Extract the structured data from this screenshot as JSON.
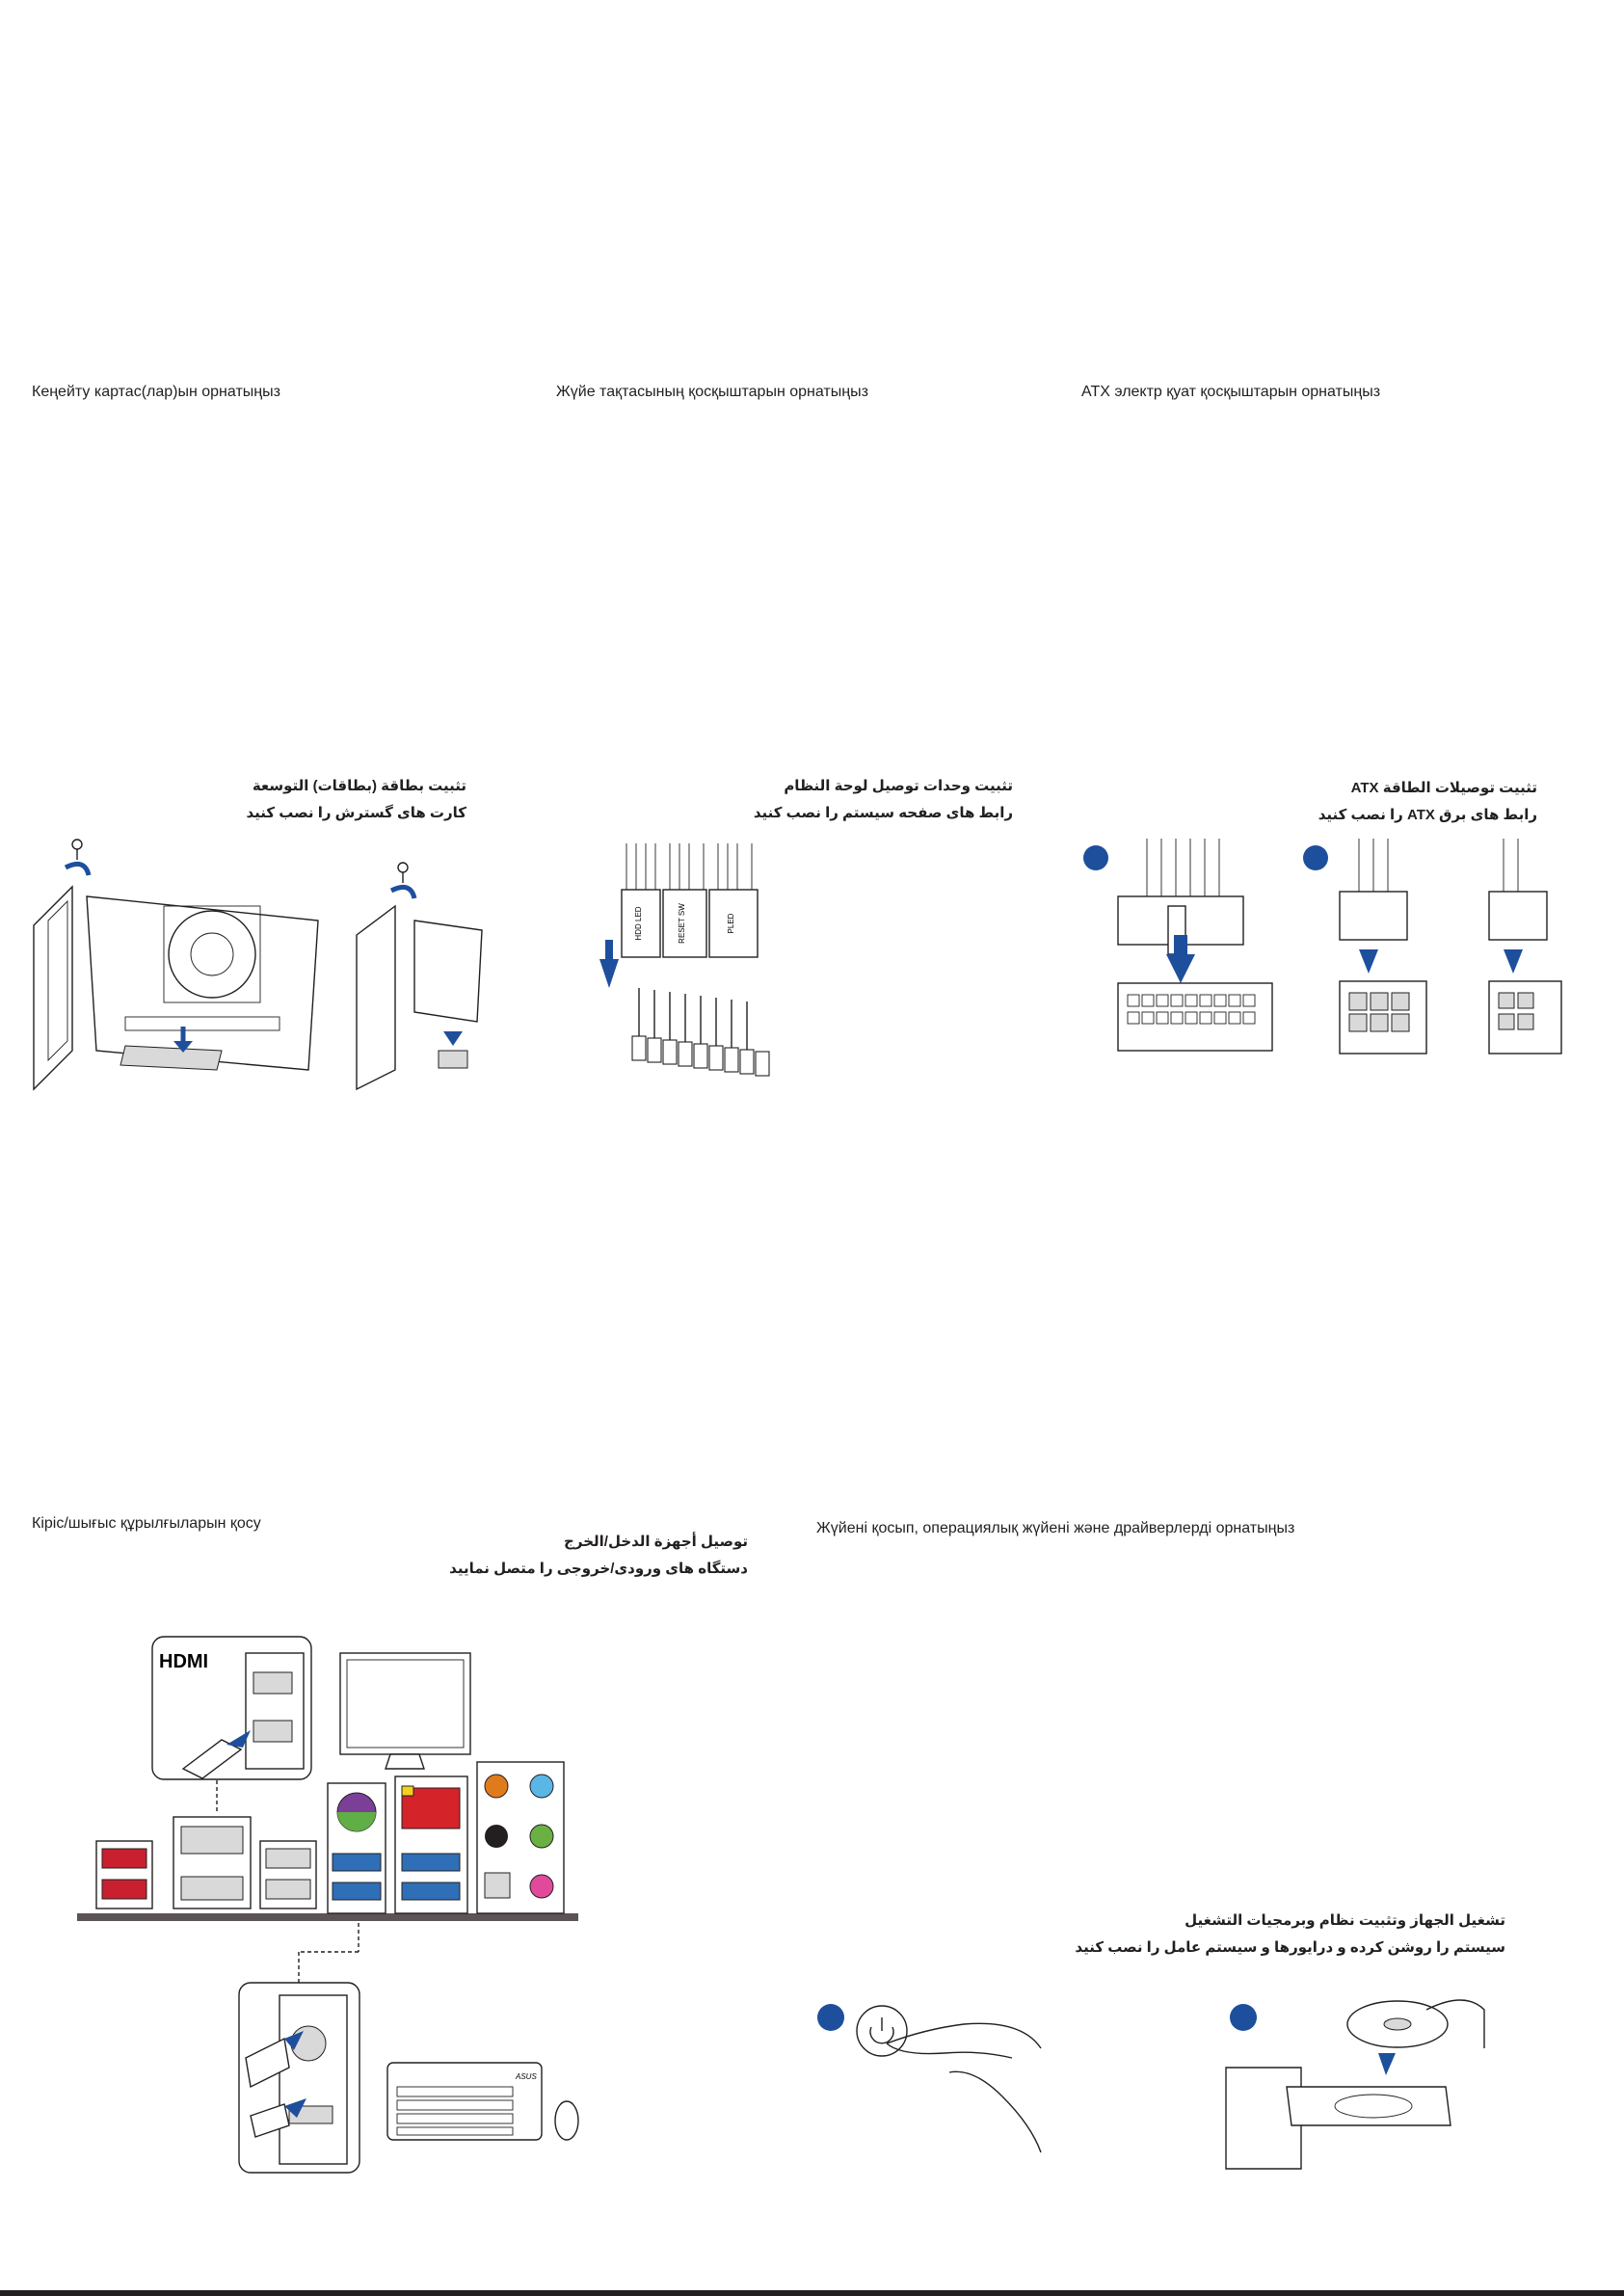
{
  "headings": {
    "expansion_kz": "Кеңейту картас(лар)ын орнатыңыз",
    "panel_kz": "Жүйе тақтасының қосқыштарын орнатыңыз",
    "atx_kz": "ATX электр қуат қосқыштарын орнатыңыз",
    "io_kz": "Кіріс/шығыс құрылғыларын қосу",
    "power_on_kz": "Жүйені қосып, операциялық жүйені және драйверлерді орнатыңыз"
  },
  "arabic": {
    "expansion_ar": "تثبيت بطاقة (بطاقات) التوسعة",
    "expansion_fa": "کارت های گسترش را نصب کنید",
    "panel_ar": "تثبيت وحدات توصيل لوحة النظام",
    "panel_fa": "رابط های صفحه سیستم را نصب کنید",
    "atx_ar": "تثبيت توصيلات الطاقة ATX",
    "atx_fa": "رابط های برق ATX را نصب کنید",
    "io_ar": "توصيل أجهزة الدخل/الخرج",
    "io_fa": "دستگاه های ورودی/خروجی را متصل نمایید",
    "power_ar": "تشغيل الجهاز وتثبيت نظام وبرمجيات التشغيل",
    "power_fa": "سیستم را روشن کرده و درایورها و سیستم عامل را نصب کنید"
  },
  "figure_labels": {
    "hdd_led": "HDD LED",
    "reset_sw": "RESET SW",
    "pled": "PLED",
    "hdmi_logo": "HDMI",
    "brand": "ASUS"
  },
  "colors": {
    "accent_blue": "#1e4f9c",
    "usb_blue": "#2f6fb7",
    "usb_red": "#c8202f",
    "lan_red": "#d5232a",
    "audio_orange": "#e07b1d",
    "audio_blue": "#5ab6e5",
    "audio_green": "#6ab043",
    "audio_pink": "#e14a9b",
    "ps2_purple": "#7b3f98",
    "ps2_green": "#5fae46"
  },
  "icons": [
    "screw-icon",
    "rotate-arrow-icon",
    "down-arrow-icon",
    "step-badge-icon",
    "power-button-icon",
    "disc-icon"
  ]
}
